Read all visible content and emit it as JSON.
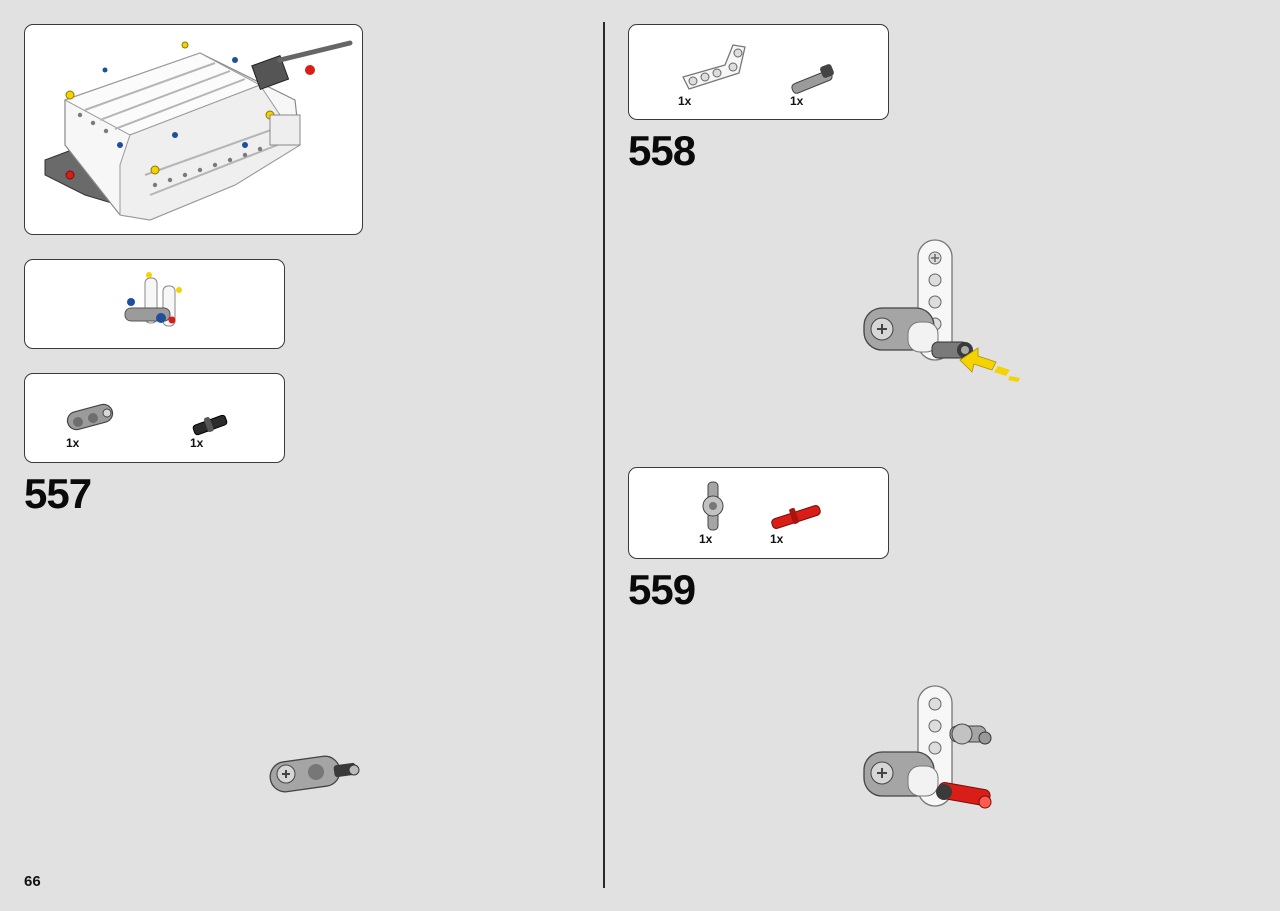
{
  "page": {
    "number": "66"
  },
  "colors": {
    "page_bg": "#e1e1e1",
    "box_bg": "#ffffff",
    "lego_white": "#f7f7f7",
    "lego_grey": "#9b9b9b",
    "lego_dark": "#4a4a4a",
    "lego_red": "#d81e16",
    "lego_blue": "#1f4e9c",
    "lego_yellow": "#f5d300",
    "arrow_yellow": "#f5d300"
  },
  "left": {
    "submodel_preview": {
      "icon": "assembled-model-icon"
    },
    "subassembly_preview": {
      "icon": "subassembly-icon"
    },
    "parts_list": {
      "parts": [
        {
          "qty": "1x",
          "icon": "grey-beam-connector-icon"
        },
        {
          "qty": "1x",
          "icon": "black-axle-pin-icon"
        }
      ]
    },
    "step": {
      "number": "557"
    }
  },
  "right": {
    "parts_list_1": {
      "parts": [
        {
          "qty": "1x",
          "icon": "white-liftarm-icon"
        },
        {
          "qty": "1x",
          "icon": "grey-pin-icon"
        }
      ]
    },
    "step_558": {
      "number": "558"
    },
    "parts_list_2": {
      "parts": [
        {
          "qty": "1x",
          "icon": "grey-cross-connector-icon"
        },
        {
          "qty": "1x",
          "icon": "red-axle-pin-icon"
        }
      ]
    },
    "step_559": {
      "number": "559"
    }
  }
}
